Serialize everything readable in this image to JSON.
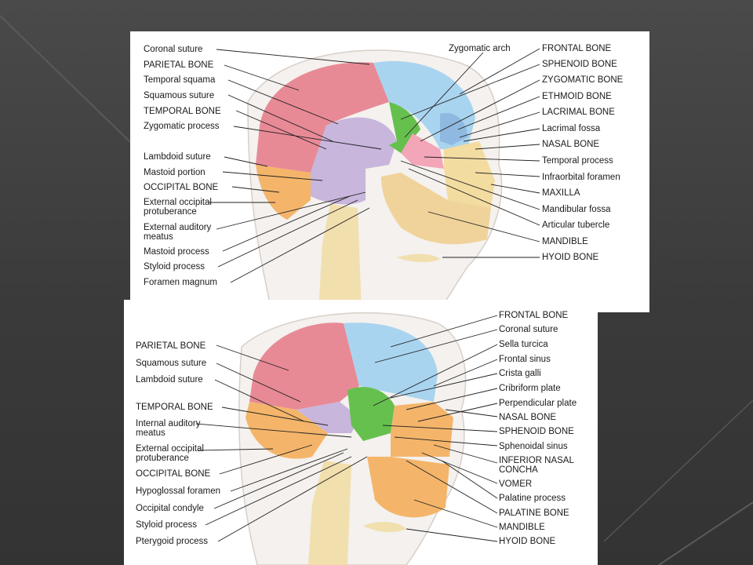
{
  "colors": {
    "frontal": "#a9d4ef",
    "parietal": "#e88a96",
    "temporal": "#c8b6dc",
    "occipital": "#f4b56a",
    "sphenoid": "#66c04e",
    "zygomatic": "#f2a6b8",
    "maxilla": "#f3dca0",
    "mandible": "#f0d39a",
    "ethmoid": "#e1d29a",
    "lacrimal": "#8fb9e0",
    "vertebra": "#f1dfae",
    "skin": "#f4f1ee",
    "background": "#404040"
  },
  "lateral_view": {
    "left_labels": [
      "Coronal suture",
      "PARIETAL BONE",
      "Temporal squama",
      "Squamous suture",
      "TEMPORAL BONE",
      "Zygomatic process",
      "Lambdoid suture",
      "Mastoid portion",
      "OCCIPITAL BONE",
      "External occipital protuberance",
      "External auditory meatus",
      "Mastoid process",
      "Styloid process",
      "Foramen magnum"
    ],
    "top_label": "Zygomatic arch",
    "right_labels": [
      "FRONTAL BONE",
      "SPHENOID BONE",
      "ZYGOMATIC BONE",
      "ETHMOID BONE",
      "LACRIMAL BONE",
      "Lacrimal fossa",
      "NASAL BONE",
      "Temporal process",
      "Infraorbital foramen",
      "MAXILLA",
      "Mandibular fossa",
      "Articular tubercle",
      "MANDIBLE",
      "HYOID BONE"
    ]
  },
  "midsagittal_view": {
    "left_labels": [
      "PARIETAL BONE",
      "Squamous suture",
      "Lambdoid suture",
      "TEMPORAL BONE",
      "Internal auditory meatus",
      "External occipital protuberance",
      "OCCIPITAL BONE",
      "Hypoglossal foramen",
      "Occipital condyle",
      "Styloid process",
      "Pterygoid process"
    ],
    "right_labels": [
      "FRONTAL BONE",
      "Coronal suture",
      "Sella turcica",
      "Frontal sinus",
      "Crista galli",
      "Cribriform plate",
      "Perpendicular plate",
      "NASAL BONE",
      "SPHENOID BONE",
      "Sphenoidal sinus",
      "INFERIOR NASAL CONCHA",
      "VOMER",
      "Palatine process",
      "PALATINE BONE",
      "MANDIBLE",
      "HYOID BONE"
    ]
  }
}
